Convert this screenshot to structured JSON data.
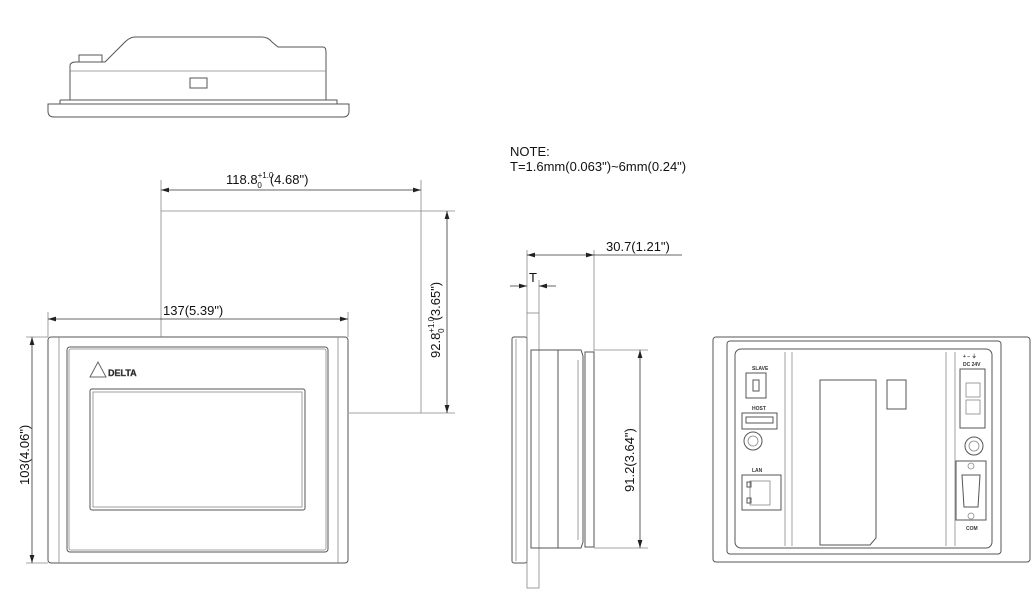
{
  "note": {
    "title": "NOTE:",
    "text": "T=1.6mm(0.063\")~6mm(0.24\")"
  },
  "dimensions": {
    "cutout_width": {
      "main": "118.8",
      "tol_plus": "+1.0",
      "tol_minus": "0",
      "inch": "(4.68\")"
    },
    "cutout_height": {
      "main": "92.8",
      "tol_plus": "+1.0",
      "tol_minus": "0",
      "inch": "(3.65\")"
    },
    "width": "137(5.39\")",
    "height": "103(4.06\")",
    "depth": "30.7(1.21\")",
    "thickness": "T",
    "body_height": "91.2(3.64\")"
  },
  "logo": "DELTA",
  "rear_labels": {
    "slave": "SLAVE",
    "host": "HOST",
    "lan": "LAN",
    "power_polarity": "+ − ⏚",
    "power": "DC 24V",
    "com": "COM"
  }
}
